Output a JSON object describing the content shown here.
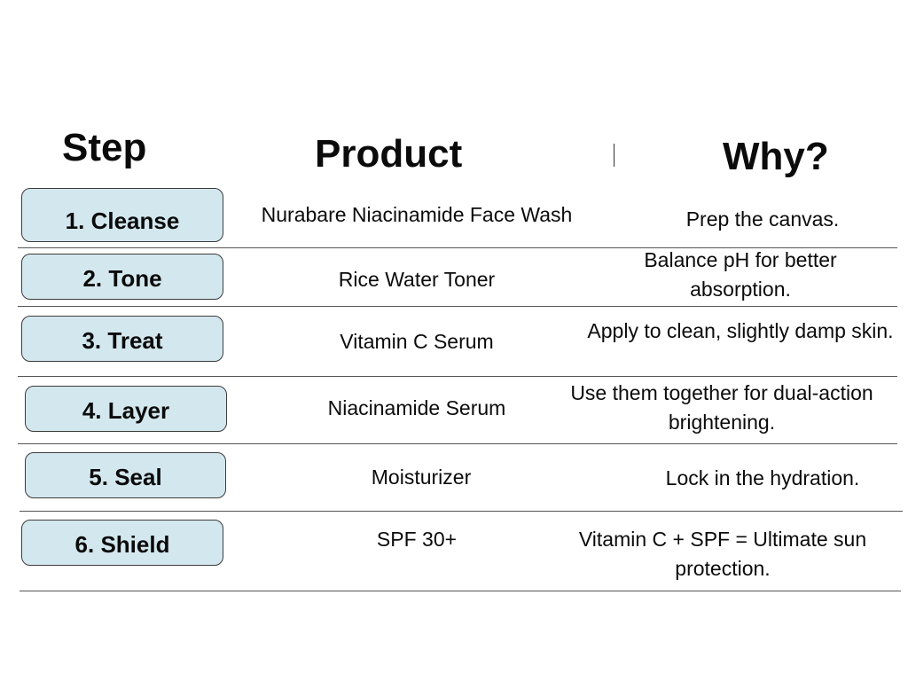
{
  "headers": {
    "step": "Step",
    "product": "Product",
    "why": "Why?"
  },
  "colors": {
    "pill_fill": "#d3e7ee",
    "pill_border": "#3c3c3c",
    "text": "#0b0b0b",
    "rule": "#555555"
  },
  "rows": [
    {
      "step": "1. Cleanse",
      "product": "Nurabare Niacinamide Face Wash",
      "why": "Prep the canvas."
    },
    {
      "step": "2. Tone",
      "product": "Rice Water Toner",
      "why": "Balance pH for better absorption."
    },
    {
      "step": "3. Treat",
      "product": "Vitamin C Serum",
      "why": "Apply to clean, slightly damp skin."
    },
    {
      "step": "4. Layer",
      "product": "Niacinamide Serum",
      "why": "Use them together for dual-action brightening."
    },
    {
      "step": "5. Seal",
      "product": "Moisturizer",
      "why": "Lock in the hydration."
    },
    {
      "step": "6. Shield",
      "product": "SPF 30+",
      "why": "Vitamin C + SPF = Ultimate sun protection."
    }
  ]
}
